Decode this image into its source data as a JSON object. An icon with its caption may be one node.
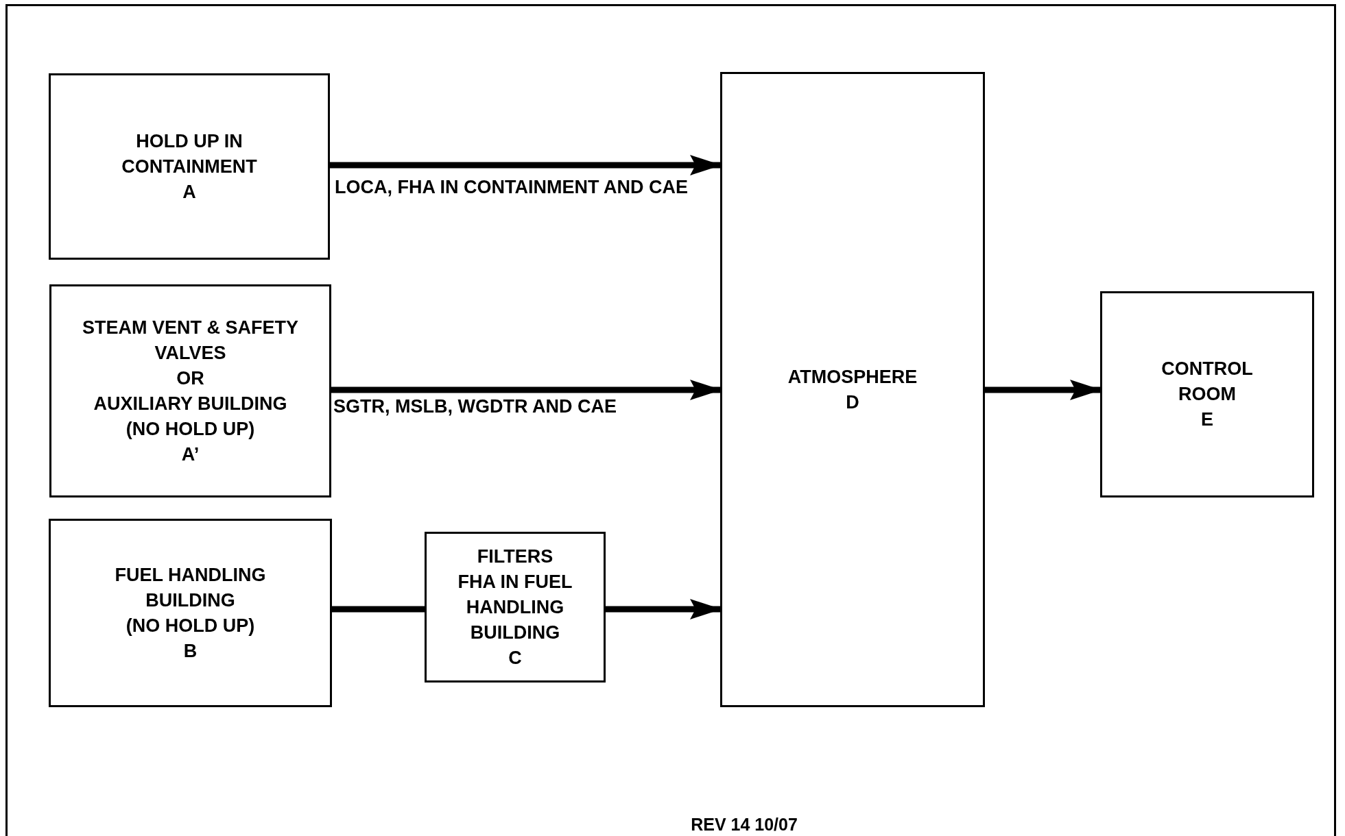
{
  "diagram": {
    "nodes": [
      {
        "text": [
          "HOLD UP IN CONTAINMENT",
          "A"
        ]
      },
      {
        "text": [
          "STEAM VENT & SAFETY VALVES",
          "OR",
          "AUXILIARY BUILDING",
          "(NO HOLD UP)",
          "A’"
        ]
      },
      {
        "text": [
          "FUEL HANDLING BUILDING",
          "(NO HOLD UP)",
          "B"
        ]
      },
      {
        "text": [
          "FILTERS",
          "FHA IN FUEL HANDLING BUILDING",
          "C"
        ]
      },
      {
        "text": [
          "ATMOSPHERE",
          "D"
        ]
      },
      {
        "text": [
          "CONTROL ROOM",
          "E"
        ]
      }
    ],
    "edges": [
      {
        "from": 0,
        "to": 4,
        "arrow": "to",
        "label": "LOCA, FHA IN CONTAINMENT AND CAE"
      },
      {
        "from": 1,
        "to": 4,
        "arrow": "to",
        "label": "SGTR, MSLB, WGDTR AND CAE"
      },
      {
        "from": 2,
        "to": 3,
        "arrow": "none"
      },
      {
        "from": 3,
        "to": 4,
        "arrow": "to"
      },
      {
        "from": 4,
        "to": 5,
        "arrow": "to"
      }
    ],
    "labels": [
      "REV 14 10/07"
    ]
  }
}
